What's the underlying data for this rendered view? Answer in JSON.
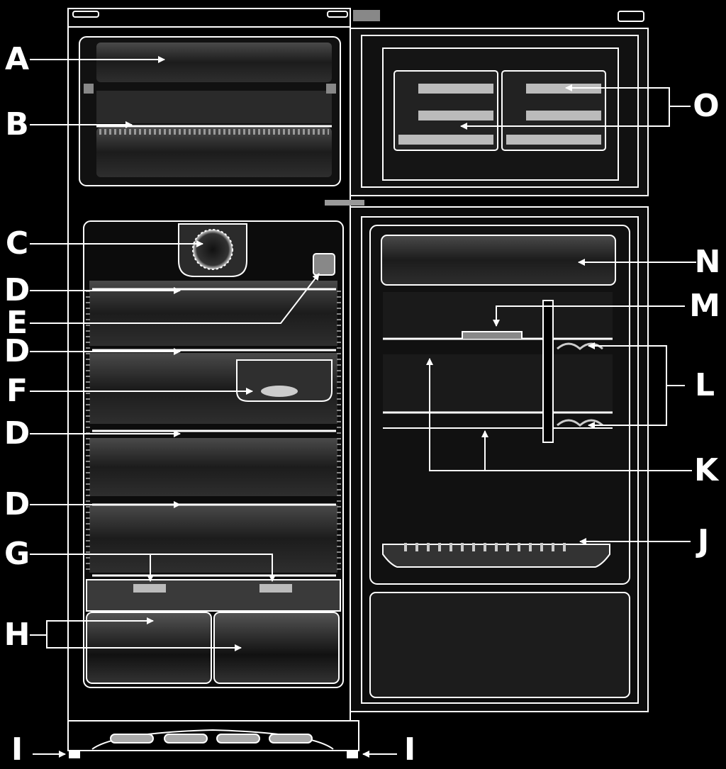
{
  "labels": {
    "A": "A",
    "B": "B",
    "C": "C",
    "D1": "D",
    "E": "E",
    "D2": "D",
    "F": "F",
    "D3": "D",
    "D4": "D",
    "G": "G",
    "H": "H",
    "I_left": "I",
    "I_right": "I",
    "O": "O",
    "N": "N",
    "M": "M",
    "L": "L",
    "K": "K",
    "J": "J"
  },
  "colors": {
    "background": "#000000",
    "line": "#ffffff",
    "panel": "#1a1a1a",
    "panel_light": "#3a3a3a"
  }
}
